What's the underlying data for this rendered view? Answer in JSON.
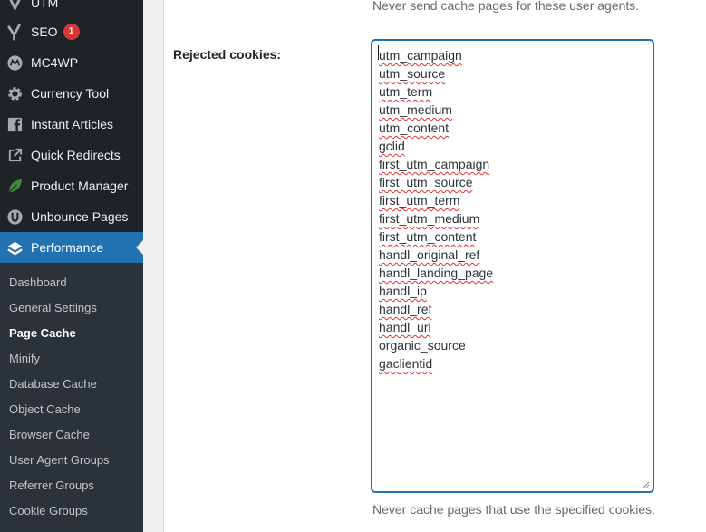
{
  "sidebar": {
    "items": [
      {
        "label": "UTM",
        "icon": "utm-icon"
      },
      {
        "label": "SEO",
        "icon": "yoast-icon",
        "badge": "1"
      },
      {
        "label": "MC4WP",
        "icon": "mc4wp-icon"
      },
      {
        "label": "Currency Tool",
        "icon": "gear-icon"
      },
      {
        "label": "Instant Articles",
        "icon": "facebook-icon"
      },
      {
        "label": "Quick Redirects",
        "icon": "external-link-icon"
      },
      {
        "label": "Product Manager",
        "icon": "leaf-icon"
      },
      {
        "label": "Unbounce Pages",
        "icon": "unbounce-icon"
      },
      {
        "label": "Performance",
        "icon": "performance-icon",
        "active": true
      }
    ],
    "submenu": [
      "Dashboard",
      "General Settings",
      "Page Cache",
      "Minify",
      "Database Cache",
      "Object Cache",
      "Browser Cache",
      "User Agent Groups",
      "Referrer Groups",
      "Cookie Groups"
    ],
    "submenu_current": "Page Cache"
  },
  "main": {
    "user_agents_description": "Never send cache pages for these user agents.",
    "rejected_cookies_label": "Rejected cookies:",
    "rejected_cookies": [
      "utm_campaign",
      "utm_source",
      "utm_term",
      "utm_medium",
      "utm_content",
      "gclid",
      "first_utm_campaign",
      "first_utm_source",
      "first_utm_term",
      "first_utm_medium",
      "first_utm_content",
      "handl_original_ref",
      "handl_landing_page",
      "handl_ip",
      "handl_ref",
      "handl_url",
      "organic_source",
      "gaclientid"
    ],
    "rejected_cookies_description": "Never cache pages that use the specified cookies."
  },
  "colors": {
    "sidebar_bg": "#1d2327",
    "submenu_bg": "#2c3338",
    "accent": "#2271b1",
    "badge": "#d63638",
    "spellcheck": "#d63638"
  }
}
